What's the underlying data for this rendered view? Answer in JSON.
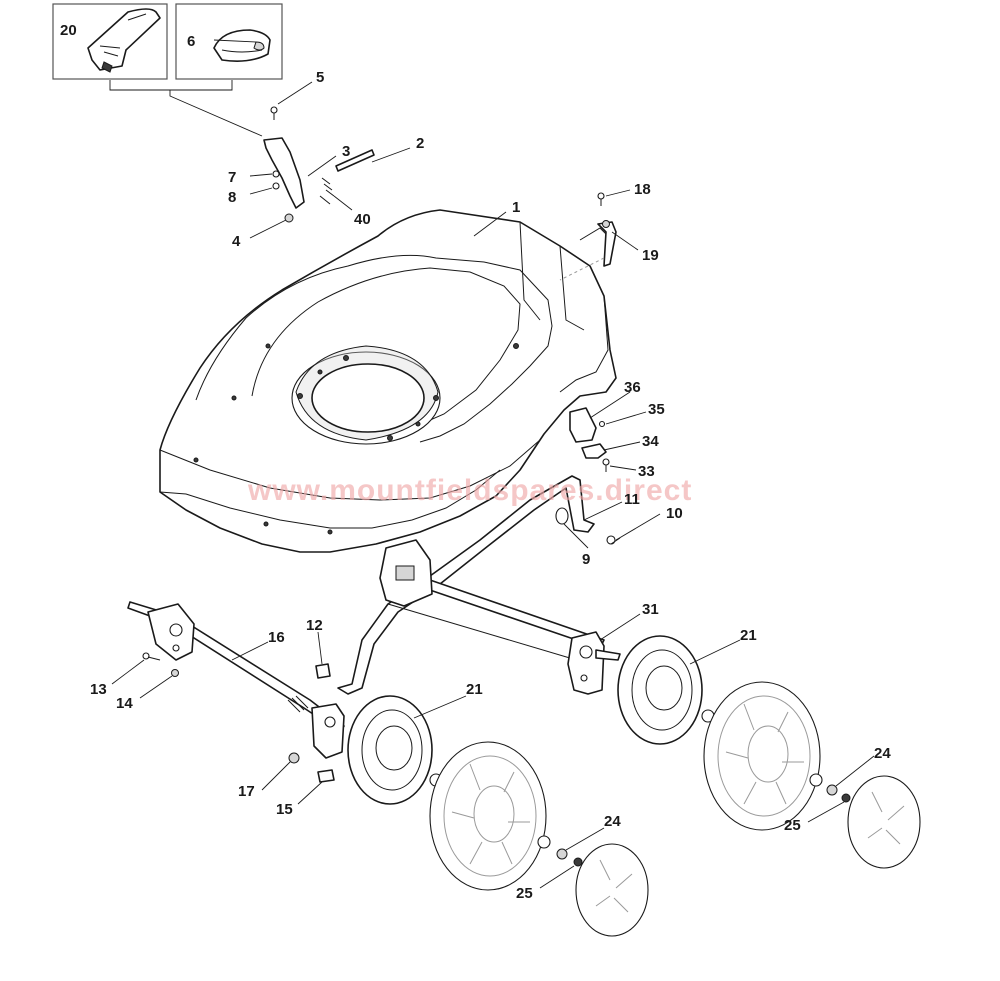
{
  "watermark": "www.mountfieldspares.direct",
  "callouts": {
    "c1": "1",
    "c2": "2",
    "c3": "3",
    "c4": "4",
    "c5": "5",
    "c6": "6",
    "c7": "7",
    "c8": "8",
    "c9": "9",
    "c10": "10",
    "c11": "11",
    "c12": "12",
    "c13": "13",
    "c14": "14",
    "c15": "15",
    "c16": "16",
    "c17": "17",
    "c18": "18",
    "c19": "19",
    "c20": "20",
    "c21a": "21",
    "c21b": "21",
    "c24a": "24",
    "c24b": "24",
    "c25a": "25",
    "c25b": "25",
    "c31": "31",
    "c33": "33",
    "c34": "34",
    "c35": "35",
    "c36": "36",
    "c40": "40"
  }
}
